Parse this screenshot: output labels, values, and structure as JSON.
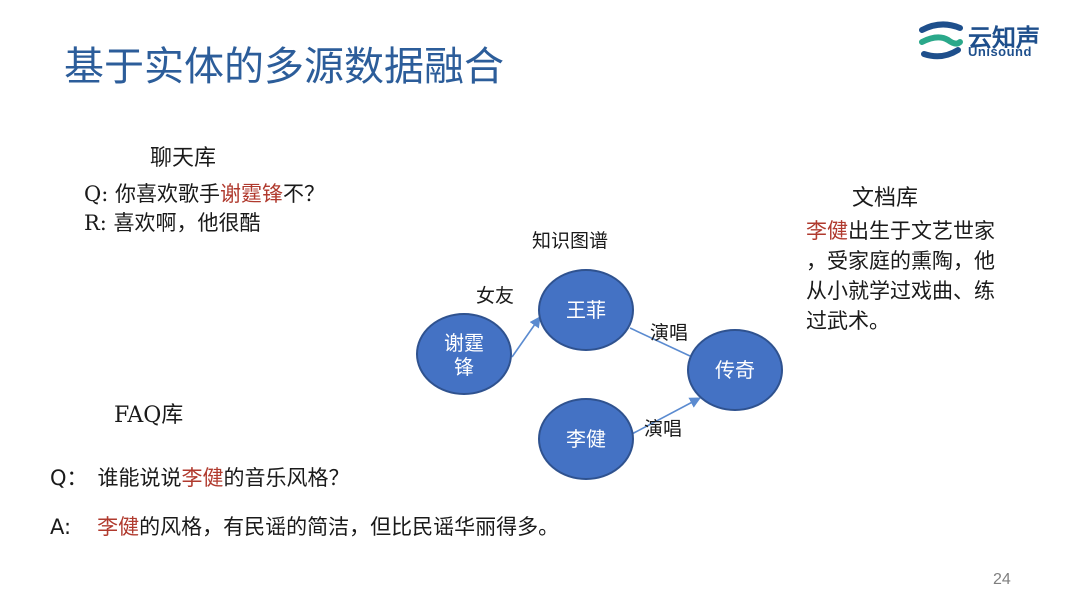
{
  "title": "基于实体的多源数据融合",
  "logo": {
    "name_cn": "云知声",
    "name_en": "Unisound"
  },
  "chat": {
    "header": "聊天库",
    "q_prefix": "Q: 你喜欢歌手",
    "q_entity": "谢霆锋",
    "q_suffix": "不？",
    "r_text": "R: 喜欢啊，他很酷"
  },
  "kg": {
    "header": "知识图谱",
    "nodes": {
      "xie": "谢霆",
      "xie2": "锋",
      "wang": "王菲",
      "chuanqi": "传奇",
      "li": "李健"
    },
    "edges": {
      "girlfriend": "女友",
      "sang1": "演唱",
      "sang2": "演唱"
    }
  },
  "doc": {
    "header": "文档库",
    "entity": "李健",
    "line1_rest": "出生于文艺世家",
    "line2": "，受家庭的熏陶，他",
    "line3": "从小就学过戏曲、练",
    "line4": "过武术。"
  },
  "faq": {
    "header": "FAQ库",
    "q_label": "Q：",
    "q_prefix": "谁能说说",
    "q_entity": "李健",
    "q_suffix": "的音乐风格？",
    "a_label": "A:",
    "a_entity": "李健",
    "a_suffix": "的风格，有民谣的简洁，但比民谣华丽得多。"
  },
  "page_number": "24",
  "colors": {
    "title": "#2c5d9a",
    "node_fill": "#4472c4",
    "node_stroke": "#2f528f",
    "entity_red": "#b03a2e"
  }
}
